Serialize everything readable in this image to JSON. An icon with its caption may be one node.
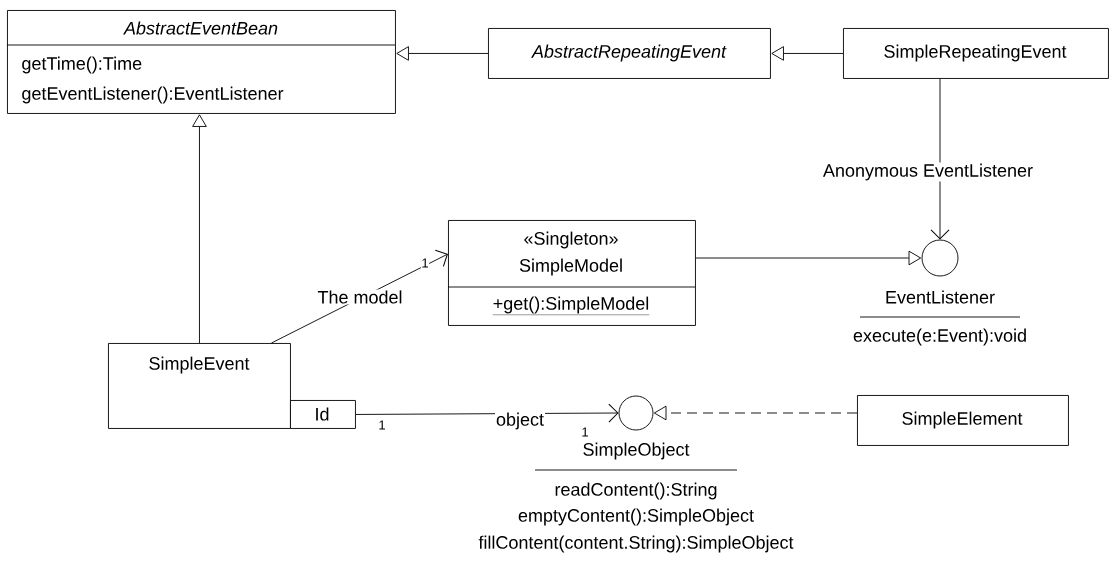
{
  "diagram": {
    "nodes": [
      {
        "text": [
          "AbstractEventBean",
          "getTime():Time",
          "getEventListener():EventListener"
        ]
      },
      {
        "text": [
          "AbstractRepeatingEvent"
        ]
      },
      {
        "text": [
          "SimpleRepeatingEvent"
        ]
      },
      {
        "text": [
          "«Singleton»",
          "SimpleModel",
          "+get():SimpleModel"
        ]
      },
      {
        "text": [],
        "shape": "circle",
        "beside": [
          "EventListener",
          "execute(e:Event):void"
        ]
      },
      {
        "text": [
          "SimpleEvent"
        ]
      },
      {
        "text": [
          "Id"
        ]
      },
      {
        "text": [],
        "shape": "circle",
        "beside": [
          "SimpleObject",
          "readContent():String",
          "emptyContent():SimpleObject",
          "fillContent(content.String):SimpleObject"
        ]
      },
      {
        "text": [
          "SimpleElement"
        ]
      }
    ],
    "edges": [
      {
        "from": 1,
        "to": 0,
        "arrow": "to"
      },
      {
        "from": 2,
        "to": 1,
        "arrow": "to"
      },
      {
        "from": 5,
        "to": 0,
        "arrow": "to"
      },
      {
        "from": 2,
        "to": 4,
        "arrow": "to",
        "label": "Anonymous EventListener"
      },
      {
        "from": 3,
        "to": 4,
        "arrow": "to"
      },
      {
        "from": 5,
        "to": 3,
        "arrow": "to",
        "label": "The model"
      },
      {
        "from": 6,
        "to": 7,
        "arrow": "to",
        "label": "object"
      },
      {
        "from": 8,
        "to": 7,
        "arrow": "to",
        "style": "dashed"
      }
    ],
    "labels": [
      "1",
      "1",
      "1"
    ]
  }
}
